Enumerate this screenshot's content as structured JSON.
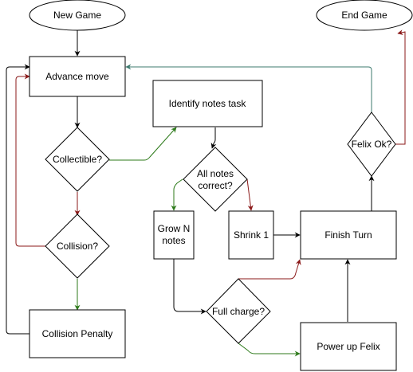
{
  "nodes": {
    "new_game": "New Game",
    "end_game": "End Game",
    "advance_move": "Advance move",
    "identify_notes": "Identify notes task",
    "collectible": "Collectible?",
    "all_notes_1": "All notes",
    "all_notes_2": "correct?",
    "felix_ok": "Felix Ok?",
    "grow_1": "Grow N",
    "grow_2": "notes",
    "shrink": "Shrink 1",
    "finish_turn": "Finish Turn",
    "collision": "Collision?",
    "full_charge": "Full charge?",
    "collision_penalty": "Collision Penalty",
    "power_up": "Power up Felix"
  },
  "colors": {
    "default": "#000000",
    "yes": "#2d7a1a",
    "no": "#8b1a1a",
    "loop": "#3d7a6e"
  }
}
